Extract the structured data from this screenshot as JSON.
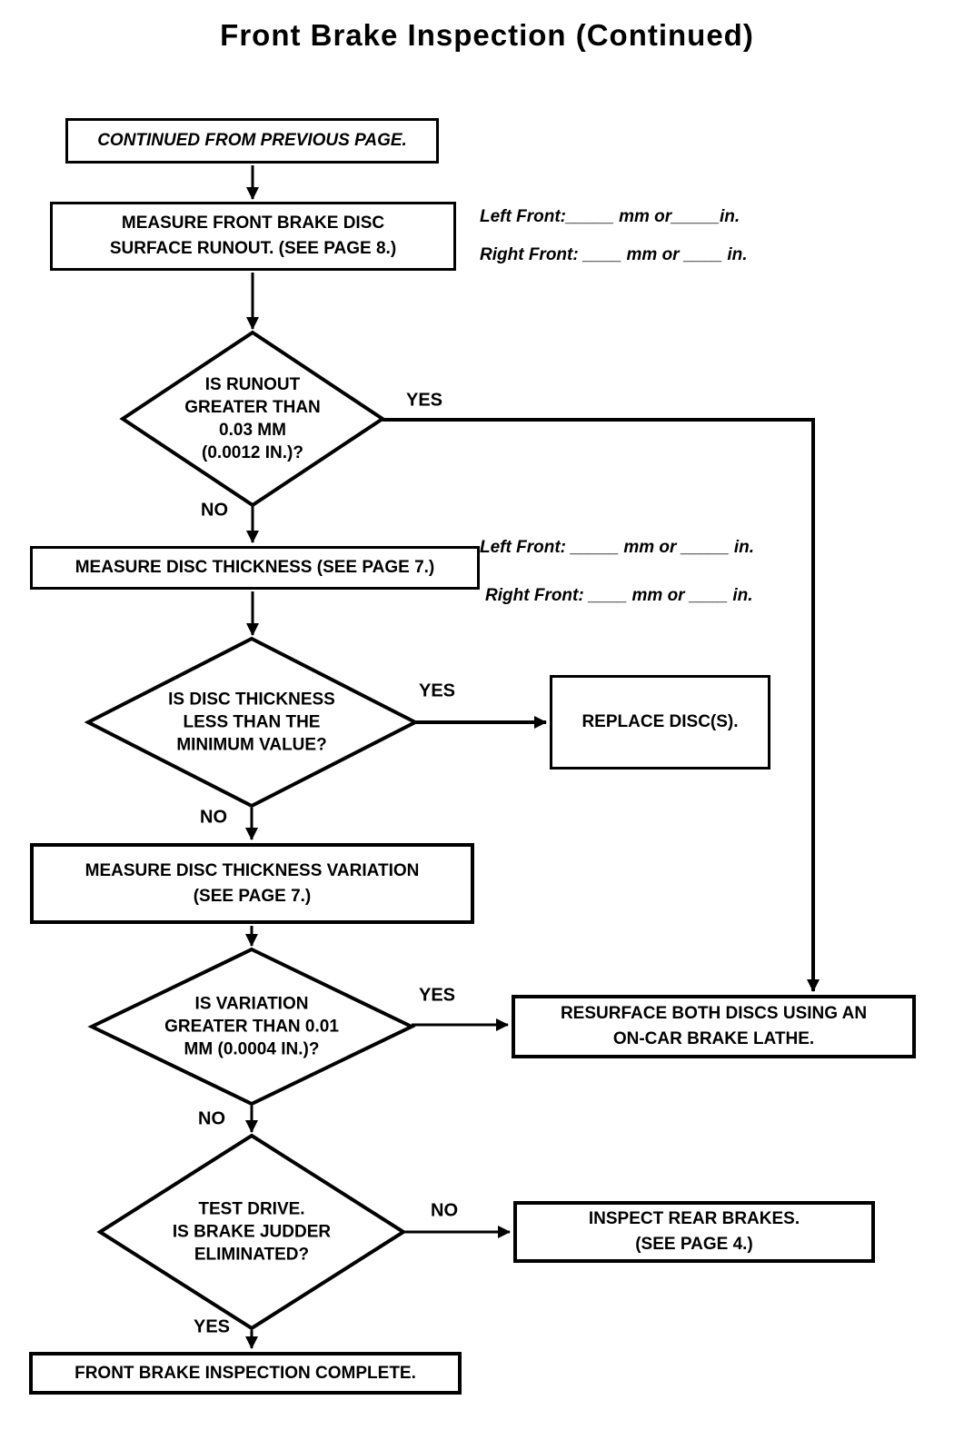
{
  "title": "Front Brake Inspection (Continued)",
  "colors": {
    "ink": "#000000",
    "paper": "#ffffff"
  },
  "nodes": {
    "continued": {
      "lines": [
        "CONTINUED FROM PREVIOUS PAGE."
      ]
    },
    "measure_runout": {
      "lines": [
        "MEASURE  FRONT BRAKE DISC",
        "SURFACE RUNOUT. (SEE PAGE 8.)"
      ]
    },
    "runout_decision": {
      "lines": [
        "IS RUNOUT",
        "GREATER THAN",
        "0.03 MM",
        "(0.0012 IN.)?"
      ]
    },
    "measure_thickness": {
      "lines": [
        "MEASURE DISC THICKNESS (SEE PAGE 7.)"
      ]
    },
    "thickness_decision": {
      "lines": [
        "IS DISC THICKNESS",
        "LESS THAN THE",
        "MINIMUM VALUE?"
      ]
    },
    "replace": {
      "lines": [
        "REPLACE DISC(S)."
      ]
    },
    "measure_variation": {
      "lines": [
        "MEASURE DISC THICKNESS VARIATION",
        "(SEE PAGE 7.)"
      ]
    },
    "variation_decision": {
      "lines": [
        "IS VARIATION",
        "GREATER THAN 0.01",
        "MM (0.0004 IN.)?"
      ]
    },
    "resurface": {
      "lines": [
        "RESURFACE BOTH DISCS USING AN",
        "ON-CAR BRAKE LATHE."
      ]
    },
    "judder_decision": {
      "lines": [
        "TEST DRIVE.",
        "IS BRAKE JUDDER",
        "ELIMINATED?"
      ]
    },
    "inspect_rear": {
      "lines": [
        "INSPECT REAR BRAKES.",
        "(SEE PAGE 4.)"
      ]
    },
    "complete": {
      "lines": [
        "FRONT BRAKE INSPECTION COMPLETE."
      ]
    }
  },
  "edge_labels": {
    "runout_yes": "YES",
    "runout_no": "NO",
    "thickness_yes": "YES",
    "thickness_no": "NO",
    "variation_yes": "YES",
    "variation_no": "NO",
    "judder_no": "NO",
    "judder_yes": "YES"
  },
  "annotations": {
    "runout_left": "Left Front:_____ mm or_____in.",
    "runout_right": "Right Front: ____ mm or ____ in.",
    "thickness_left": "Left Front: _____ mm or _____ in.",
    "thickness_right": "Right Front: ____ mm or ____ in."
  }
}
